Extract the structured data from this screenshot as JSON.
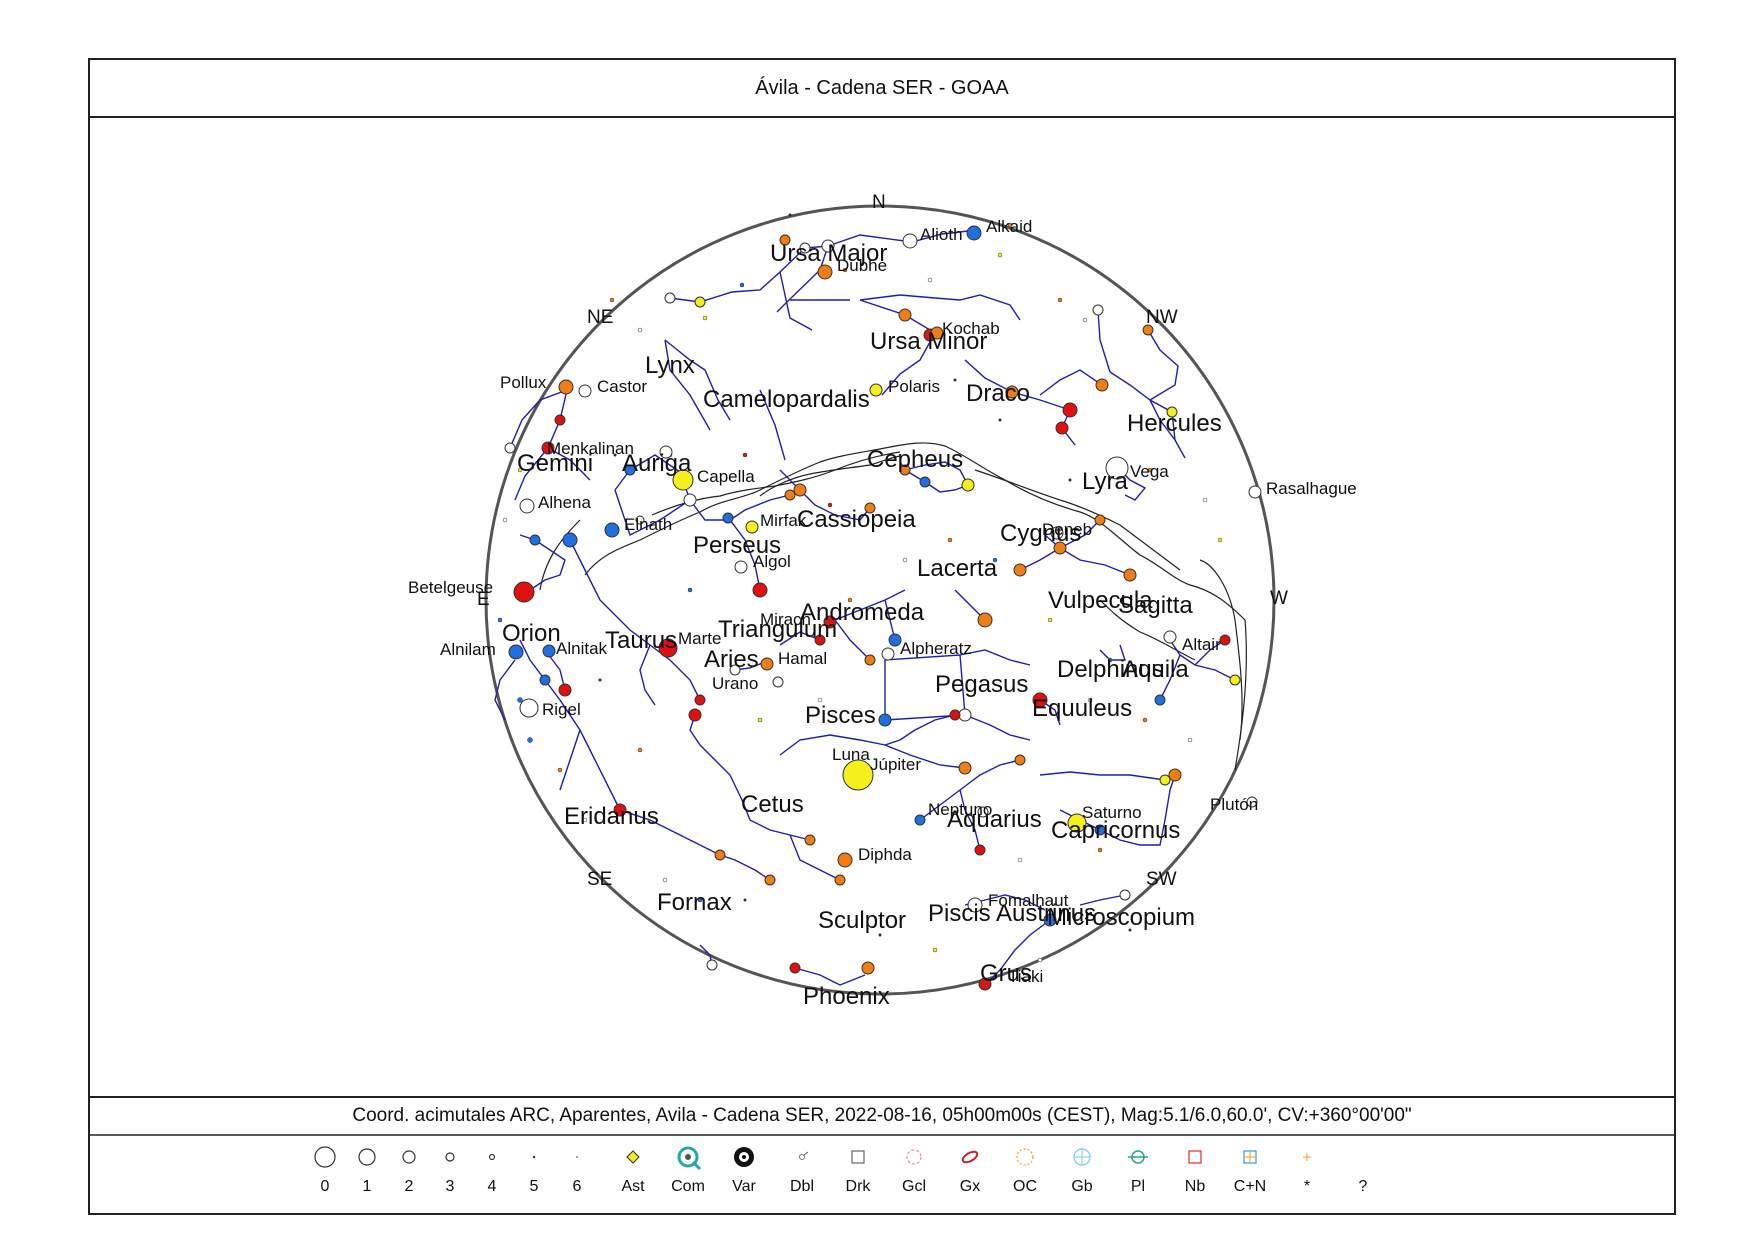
{
  "header": {
    "title": "Ávila - Cadena SER - GOAA"
  },
  "footer": {
    "caption": "Coord. acimutales ARC, Aparentes, Avila - Cadena SER, 2022-08-16, 05h00m00s (CEST), Mag:5.1/6.0,60.0', CV:+360°00'00\""
  },
  "cardinals": [
    {
      "label": "N"
    },
    {
      "label": "NE"
    },
    {
      "label": "NW"
    },
    {
      "label": "E"
    },
    {
      "label": "W"
    },
    {
      "label": "SE"
    },
    {
      "label": "SW"
    }
  ],
  "constellations": [
    {
      "label": "Ursa Major"
    },
    {
      "label": "Ursa Minor"
    },
    {
      "label": "Lynx"
    },
    {
      "label": "Camelopardalis"
    },
    {
      "label": "Draco"
    },
    {
      "label": "Hercules"
    },
    {
      "label": "Gemini"
    },
    {
      "label": "Auriga"
    },
    {
      "label": "Cepheus"
    },
    {
      "label": "Lyra"
    },
    {
      "label": "Cassiopeia"
    },
    {
      "label": "Perseus"
    },
    {
      "label": "Cygnus"
    },
    {
      "label": "Lacerta"
    },
    {
      "label": "Vulpecula"
    },
    {
      "label": "Sagitta"
    },
    {
      "label": "Andromeda"
    },
    {
      "label": "Orion"
    },
    {
      "label": "Taurus"
    },
    {
      "label": "Triangulum"
    },
    {
      "label": "Aries"
    },
    {
      "label": "Delphinus"
    },
    {
      "label": "Aquila"
    },
    {
      "label": "Pegasus"
    },
    {
      "label": "Equuleus"
    },
    {
      "label": "Pisces"
    },
    {
      "label": "Eridanus"
    },
    {
      "label": "Cetus"
    },
    {
      "label": "Aquarius"
    },
    {
      "label": "Capricornus"
    },
    {
      "label": "Fornax"
    },
    {
      "label": "Sculptor"
    },
    {
      "label": "Piscis Austrinus"
    },
    {
      "label": "Microscopium"
    },
    {
      "label": "Grus"
    },
    {
      "label": "Phoenix"
    }
  ],
  "stars": [
    {
      "label": "Alioth",
      "color": "#ffffff"
    },
    {
      "label": "Alkaid",
      "color": "#1f6fe0"
    },
    {
      "label": "Dubhe",
      "color": "#f07d14"
    },
    {
      "label": "Kochab",
      "color": "#d11a1a"
    },
    {
      "label": "Polaris",
      "color": "#f5f01c"
    },
    {
      "label": "Pollux",
      "color": "#f07d14"
    },
    {
      "label": "Castor",
      "color": "#ffffff"
    },
    {
      "label": "Menkalinan",
      "color": "#ffffff"
    },
    {
      "label": "Capella",
      "color": "#f5f01c"
    },
    {
      "label": "Vega",
      "color": "#ffffff"
    },
    {
      "label": "Rasalhague",
      "color": "#ffffff"
    },
    {
      "label": "Alhena",
      "color": "#ffffff"
    },
    {
      "label": "Elnath",
      "color": "#1f6fe0"
    },
    {
      "label": "Mirfak",
      "color": "#f5f01c"
    },
    {
      "label": "Deneb",
      "color": "#ffffff"
    },
    {
      "label": "Algol",
      "color": "#ffffff"
    },
    {
      "label": "Betelgeuse",
      "color": "#e01010"
    },
    {
      "label": "Mirach",
      "color": "#d11a1a"
    },
    {
      "label": "Alnilam",
      "color": "#1f6fe0"
    },
    {
      "label": "Alnitak",
      "color": "#1f6fe0"
    },
    {
      "label": "Hamal",
      "color": "#f07d14"
    },
    {
      "label": "Alpheratz",
      "color": "#ffffff"
    },
    {
      "label": "Altair",
      "color": "#ffffff"
    },
    {
      "label": "Rigel",
      "color": "#ffffff"
    },
    {
      "label": "Diphda",
      "color": "#f07d14"
    },
    {
      "label": "Fomalhaut",
      "color": "#ffffff"
    },
    {
      "label": "Tiaki",
      "color": "#d11a1a"
    }
  ],
  "bodies": [
    {
      "label": "Marte",
      "color": "#e01010"
    },
    {
      "label": "Urano",
      "color": "#ffffff"
    },
    {
      "label": "Luna",
      "color": "#f5f01c"
    },
    {
      "label": "Júpiter",
      "color": "#f5f01c"
    },
    {
      "label": "Neptuno",
      "color": "#ffffff"
    },
    {
      "label": "Saturno",
      "color": "#f5f01c"
    },
    {
      "label": "Plutón",
      "color": "#ffffff"
    }
  ],
  "legend": [
    {
      "label": "0",
      "icon": "mag-0-circle"
    },
    {
      "label": "1",
      "icon": "mag-1-circle"
    },
    {
      "label": "2",
      "icon": "mag-2-circle"
    },
    {
      "label": "3",
      "icon": "mag-3-circle"
    },
    {
      "label": "4",
      "icon": "mag-4-circle"
    },
    {
      "label": "5",
      "icon": "mag-5-dot"
    },
    {
      "label": "6",
      "icon": "mag-6-dot"
    },
    {
      "label": "Ast",
      "icon": "asteroid-diamond"
    },
    {
      "label": "Com",
      "icon": "comet-icon"
    },
    {
      "label": "Var",
      "icon": "variable-star-icon"
    },
    {
      "label": "Dbl",
      "icon": "double-star-icon"
    },
    {
      "label": "Drk",
      "icon": "dark-nebula-square"
    },
    {
      "label": "Gcl",
      "icon": "globular-cluster-icon"
    },
    {
      "label": "Gx",
      "icon": "galaxy-ellipse"
    },
    {
      "label": "OC",
      "icon": "open-cluster-dashed-circle"
    },
    {
      "label": "Gb",
      "icon": "globular-crosshair"
    },
    {
      "label": "Pl",
      "icon": "planetary-nebula-icon"
    },
    {
      "label": "Nb",
      "icon": "nebula-square"
    },
    {
      "label": "C+N",
      "icon": "cluster-nebula-grid"
    },
    {
      "label": "*",
      "icon": "star-asterisk"
    },
    {
      "label": "?",
      "icon": "unknown-object"
    }
  ],
  "colors": {
    "frame": "#222222",
    "horizon": "#555555",
    "constellation_lines": "#1f1fb3",
    "milky_way": "#222222",
    "red": "#e01010",
    "orange": "#f07d14",
    "yellow": "#f5f01c",
    "blue": "#1f6fe0",
    "white": "#ffffff"
  }
}
